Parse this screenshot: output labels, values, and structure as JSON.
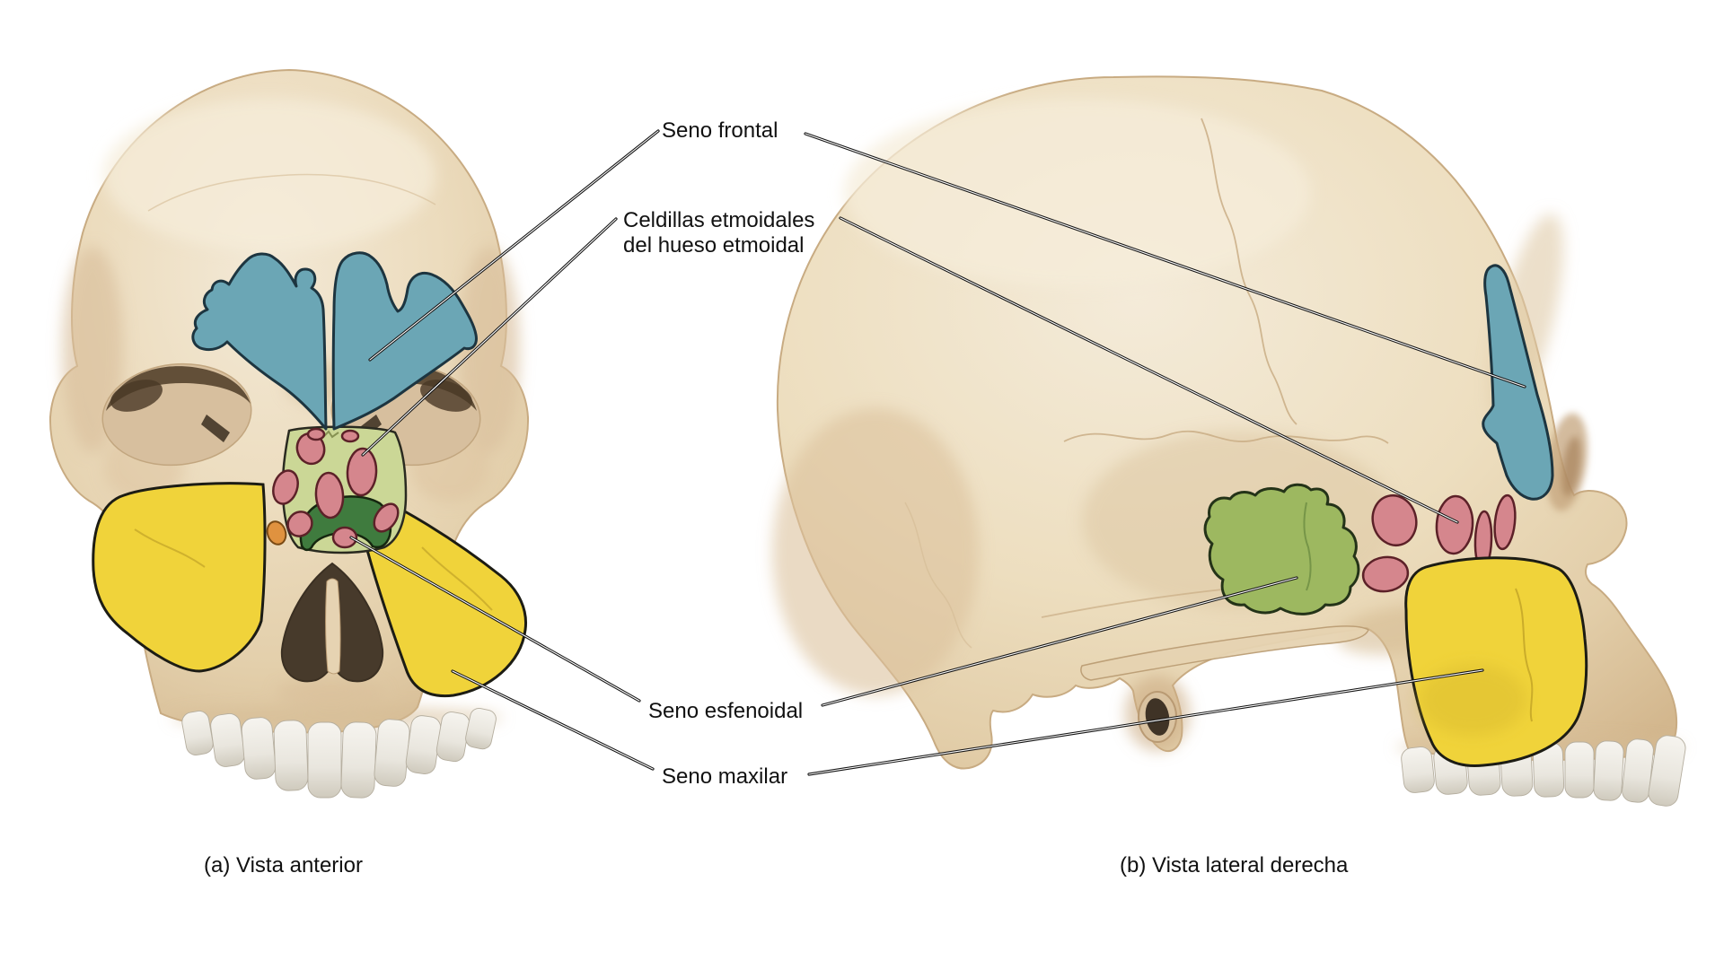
{
  "figure_type": "anatomical-diagram-paranasal-sinuses",
  "labels": {
    "seno_frontal": "Seno frontal",
    "celdillas_etmoidales": {
      "line1": "Celdillas etmoidales",
      "line2": "del hueso etmoidal"
    },
    "seno_esfenoidal": "Seno esfenoidal",
    "seno_maxilar": "Seno maxilar"
  },
  "captions": {
    "anterior": "(a) Vista anterior",
    "lateral": "(b) Vista lateral derecha"
  },
  "colors": {
    "frontal_sinus": "#6ba6b5",
    "ethmoidal_cells": "#d5868d",
    "ethmoid_capsule": "#cbd796",
    "sphenoidal_sinus": "#3f7b3e",
    "sphenoidal_sinus_lateral": "#9db860",
    "maxillary_sinus": "#f0d33a",
    "orange_marker": "#e0923f",
    "bone": "#eadabe",
    "dark_opening": "#473a2b",
    "outline": "#1e2a30",
    "leader_line": "#141414",
    "text": "#111111"
  }
}
